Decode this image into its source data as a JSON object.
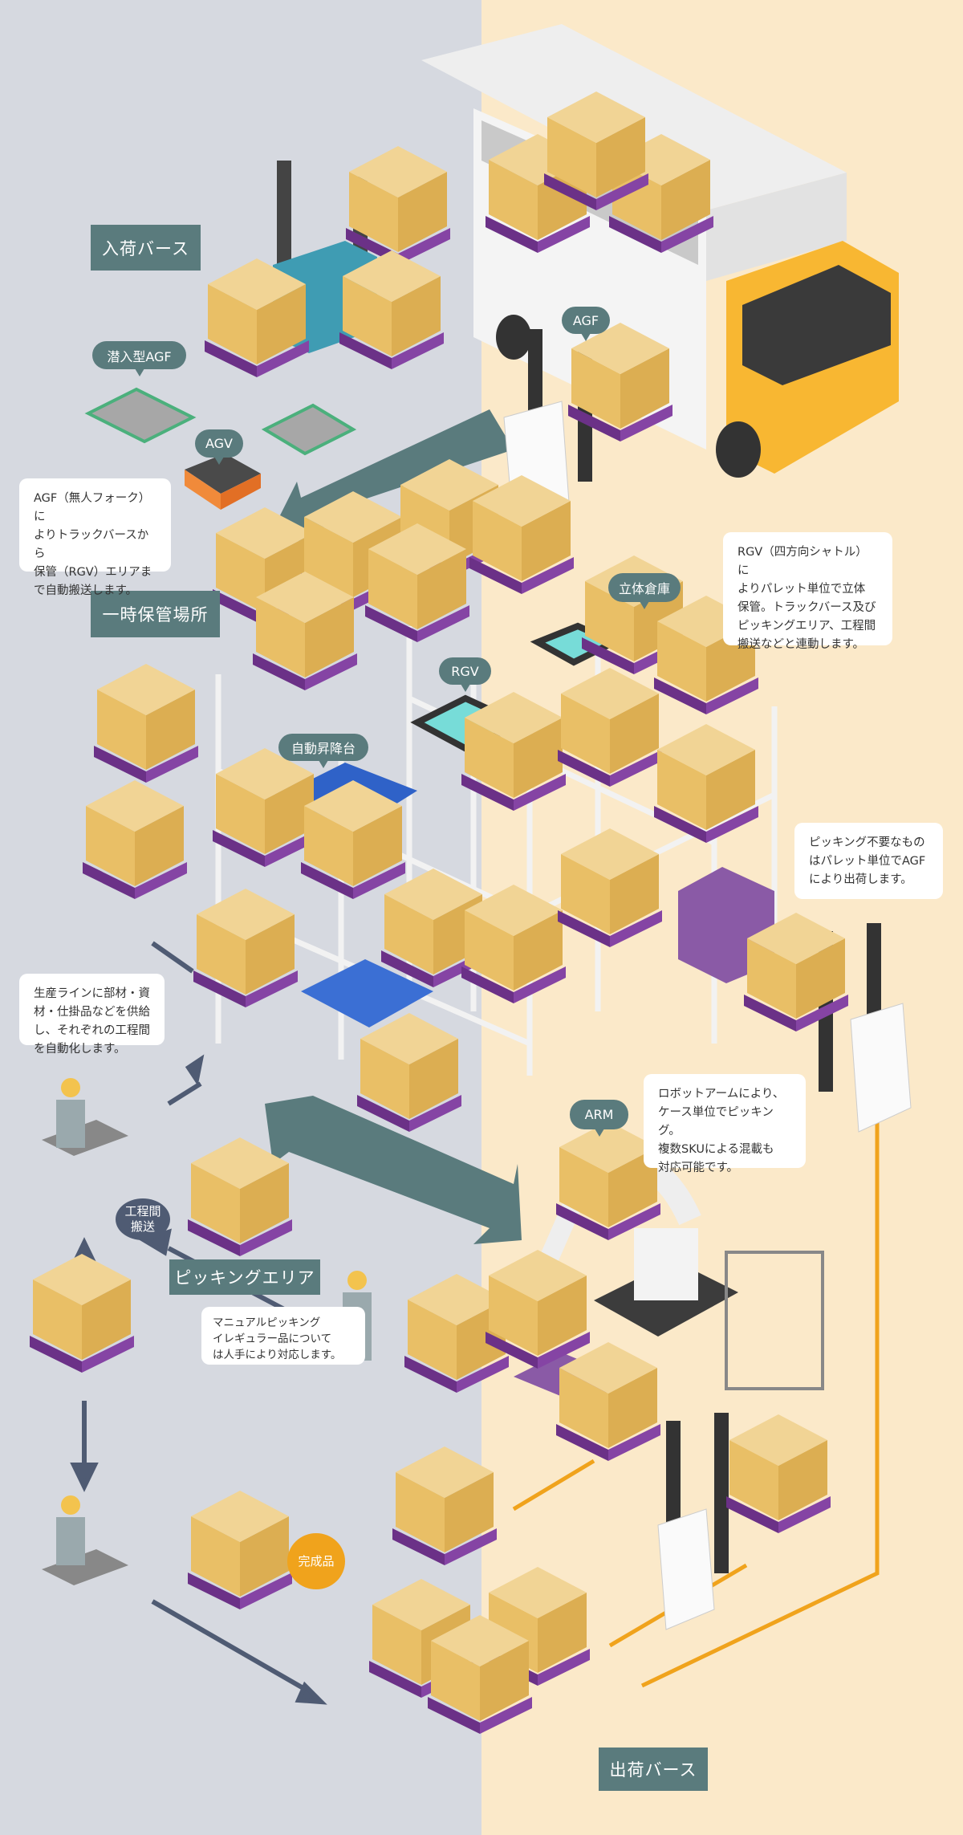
{
  "areas": {
    "receiving": "入荷バース",
    "temporary_storage": "一時保管場所",
    "picking_area": "ピッキングエリア",
    "shipping": "出荷バース"
  },
  "bubbles": {
    "submersible_agf": "潜入型AGF",
    "agv": "AGV",
    "agf": "AGF",
    "automated_warehouse": "立体倉庫",
    "rgv": "RGV",
    "auto_lift": "自動昇降台",
    "arm": "ARM",
    "inter_process": "工程間\n搬送",
    "finished_goods": "完成品"
  },
  "callouts": {
    "agf": "AGF（無人フォーク）に\nよりトラックバースから\n保管（RGV）エリアま\nで自動搬送します。",
    "rgv": "RGV（四方向シャトル）に\nよりパレット単位で立体\n保管。トラックバース及び\nピッキングエリア、工程間\n搬送などと連動します。",
    "no_picking": "ピッキング不要なもの\nはパレット単位でAGF\nにより出荷します。",
    "production_line": "生産ラインに部材・資\n材・仕掛品などを供給\nし、それぞれの工程間\nを自動化します。",
    "robot_arm": "ロボットアームにより、\nケース単位でピッキング。\n複数SKUによる混載も\n対応可能です。",
    "manual_picking": "マニュアルピッキング\nイレギュラー品について\nは人手により対応します。"
  },
  "colors": {
    "left_bg": "#d6d9e0",
    "right_bg": "#fbe9c9",
    "label_teal": "#5a7b7d",
    "navy": "#4f5b73",
    "orange": "#f0a31c",
    "pallet_purple": "#7b3f98",
    "box_top": "#f1d495",
    "truck_yellow": "#f8b732"
  }
}
